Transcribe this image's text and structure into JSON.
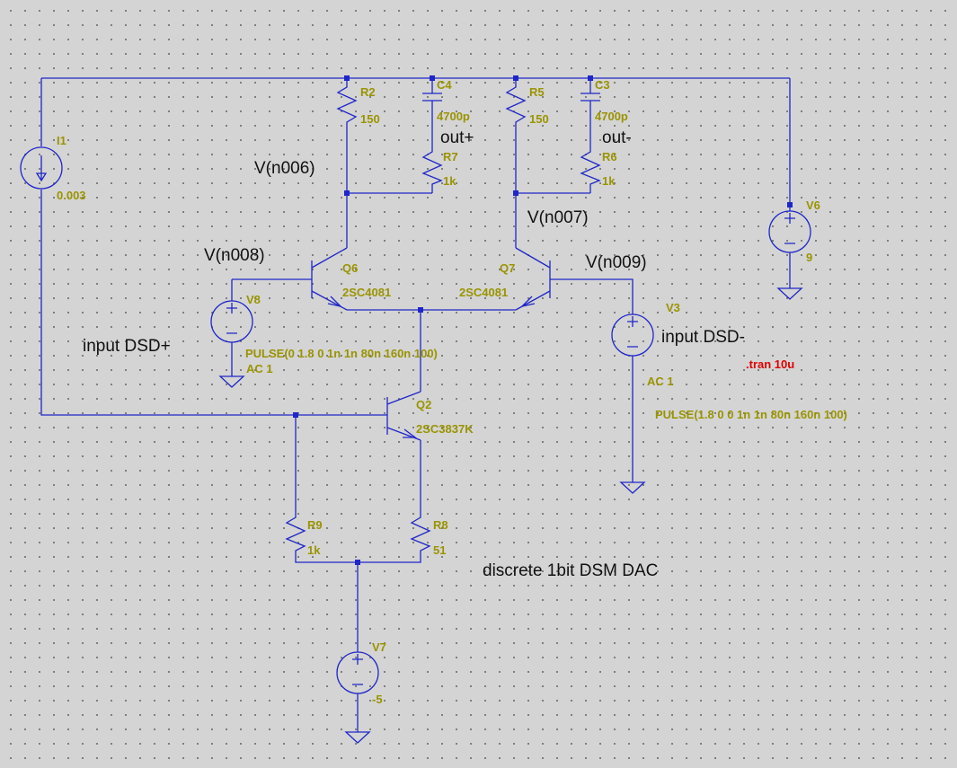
{
  "title": "discrete 1bit DSM DAC",
  "directive": ".tran 10u",
  "colors": {
    "wire": "#1f26c8",
    "attribute": "#9a9400",
    "comment": "#111111",
    "directive": "#e00000",
    "background": "#d4d4d4"
  },
  "components": {
    "I1": {
      "name": "I1",
      "value": "0.003"
    },
    "R2": {
      "name": "R2",
      "value": "150"
    },
    "C4": {
      "name": "C4",
      "value": "4700p"
    },
    "R7": {
      "name": "R7",
      "value": "1k"
    },
    "R5": {
      "name": "R5",
      "value": "150"
    },
    "C3": {
      "name": "C3",
      "value": "4700p"
    },
    "R6": {
      "name": "R6",
      "value": "1k"
    },
    "V6": {
      "name": "V6",
      "value": "9"
    },
    "Q6": {
      "name": "Q6",
      "model": "2SC4081"
    },
    "Q7": {
      "name": "Q7",
      "model": "2SC4081"
    },
    "V8": {
      "name": "V8",
      "value": "PULSE(0 1.8 0 1n 1n 80n 160n 100)",
      "ac": "AC 1"
    },
    "V3": {
      "name": "V3",
      "value": "PULSE(1.8 0 0 1n 1n 80n 160n 100)",
      "ac": "AC 1"
    },
    "Q2": {
      "name": "Q2",
      "model": "2SC3837K"
    },
    "R9": {
      "name": "R9",
      "value": "1k"
    },
    "R8": {
      "name": "R8",
      "value": "51"
    },
    "V7": {
      "name": "V7",
      "value": "-5"
    }
  },
  "annotations": {
    "out_plus": "out+",
    "out_minus": "out-",
    "n006": "V(n006)",
    "n007": "V(n007)",
    "n008": "V(n008)",
    "n009": "V(n009)",
    "input_plus": "input DSD+",
    "input_minus": "input DSD-"
  }
}
